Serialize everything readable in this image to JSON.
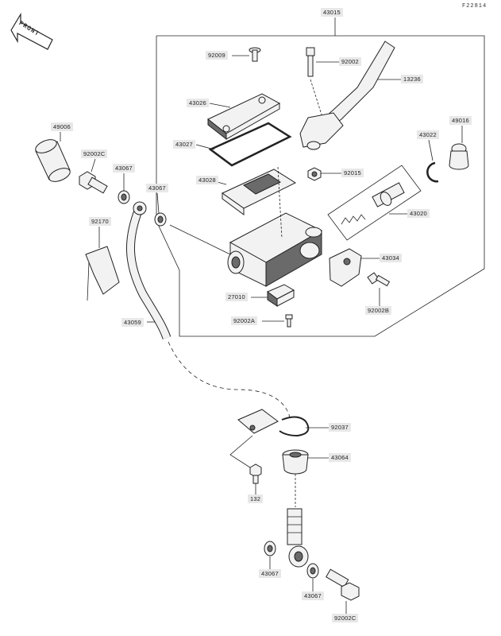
{
  "diagram_code": "F22814",
  "front_badge": "FRONT",
  "labels": {
    "assembly": "43015",
    "screw_top": "92009",
    "bolt_lever": "92002",
    "lever": "13236",
    "cap": "43026",
    "diaphragm_plate": "43027",
    "diaphragm": "43028",
    "boot": "49016",
    "circlip": "43022",
    "nut": "92015",
    "piston_kit": "43020",
    "holder": "43034",
    "holder_bolt": "92002B",
    "switch": "27010",
    "switch_screw": "92002A",
    "cap_banjo": "49006",
    "banjo_bolt_top": "92002C",
    "washer_a": "43067",
    "washer_b": "43067",
    "clamp": "92170",
    "hose": "43059",
    "clip": "92037",
    "grommet": "43064",
    "clamp_bolt": "132",
    "washer_c": "43067",
    "washer_d": "43067",
    "banjo_bolt_bottom": "92002C"
  }
}
